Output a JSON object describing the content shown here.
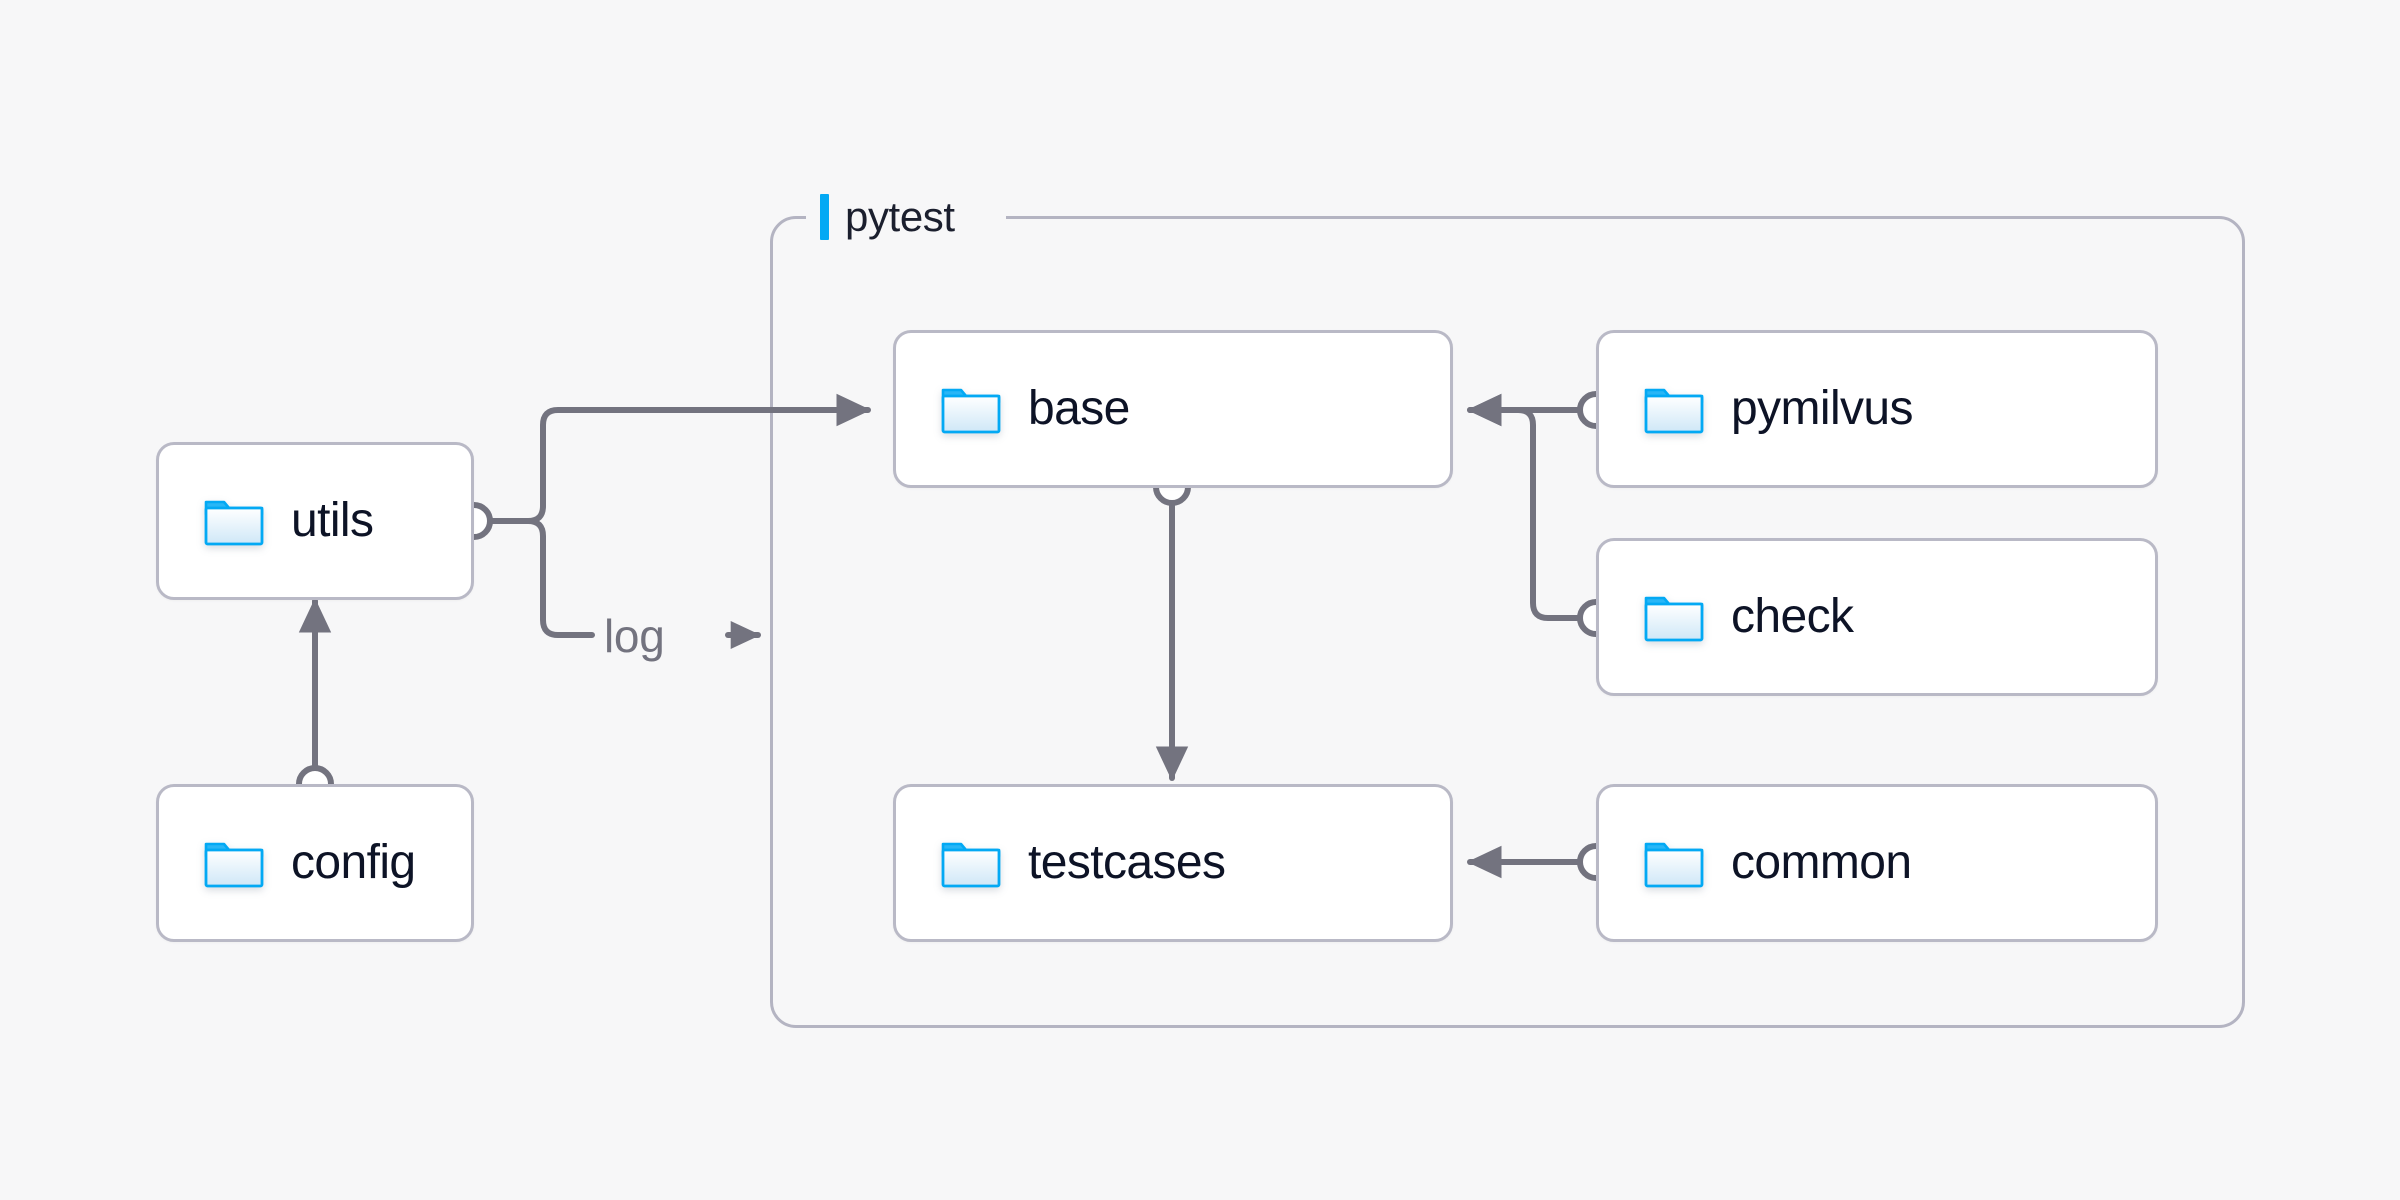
{
  "diagram": {
    "title_visible": false,
    "background_color": "#f7f7f8",
    "accent_color": "#03a9f4",
    "edge_color": "#73737f",
    "node_border_color": "#b9b9c6",
    "node_text_color": "#0d1326",
    "group_border_color": "#b4b4c2"
  },
  "group": {
    "label": "pytest",
    "accent_bar_color": "#03a9f4"
  },
  "nodes": [
    {
      "id": "utils",
      "label": "utils",
      "icon": "folder-icon"
    },
    {
      "id": "config",
      "label": "config",
      "icon": "folder-icon"
    },
    {
      "id": "base",
      "label": "base",
      "icon": "folder-icon"
    },
    {
      "id": "testcases",
      "label": "testcases",
      "icon": "folder-icon"
    },
    {
      "id": "pymilvus",
      "label": "pymilvus",
      "icon": "folder-icon"
    },
    {
      "id": "check",
      "label": "check",
      "icon": "folder-icon"
    },
    {
      "id": "common",
      "label": "common",
      "icon": "folder-icon"
    }
  ],
  "edges": [
    {
      "id": "config-to-utils",
      "from": "config",
      "to": "utils",
      "label": ""
    },
    {
      "id": "utils-to-base",
      "from": "utils",
      "to": "base",
      "label": ""
    },
    {
      "id": "utils-to-log",
      "from": "utils",
      "to": "pytest",
      "label": "log"
    },
    {
      "id": "base-to-testcases",
      "from": "base",
      "to": "testcases",
      "label": ""
    },
    {
      "id": "pymilvus-to-base",
      "from": "pymilvus",
      "to": "base",
      "label": ""
    },
    {
      "id": "check-to-base",
      "from": "check",
      "to": "base",
      "label": ""
    },
    {
      "id": "common-to-testcases",
      "from": "common",
      "to": "testcases",
      "label": ""
    }
  ],
  "edge_labels": {
    "log": "log"
  }
}
